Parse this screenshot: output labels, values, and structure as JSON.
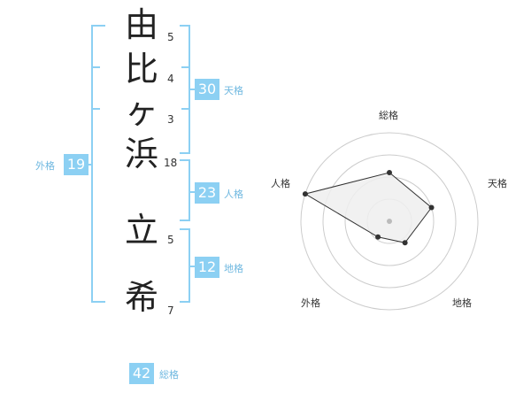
{
  "name": {
    "chars": [
      {
        "char": "由",
        "strokes": "5"
      },
      {
        "char": "比",
        "strokes": "4"
      },
      {
        "char": "ヶ",
        "strokes": "3"
      },
      {
        "char": "浜",
        "strokes": "18"
      },
      {
        "char": "立",
        "strokes": "5"
      },
      {
        "char": "希",
        "strokes": "7"
      }
    ]
  },
  "fortune": {
    "tenkaku": {
      "value": "30",
      "label": "天格"
    },
    "jinkaku": {
      "value": "23",
      "label": "人格"
    },
    "chikaku": {
      "value": "12",
      "label": "地格"
    },
    "gaikaku": {
      "value": "19",
      "label": "外格"
    },
    "soukaku": {
      "value": "42",
      "label": "総格"
    }
  },
  "chart_data": {
    "type": "radar",
    "axes": [
      "総格",
      "天格",
      "地格",
      "外格",
      "人格"
    ],
    "values": [
      0.55,
      0.5,
      0.3,
      0.22,
      1.0
    ],
    "rings": 4,
    "max": 1.0,
    "colors": {
      "fill": "#eeeeee",
      "stroke": "#333333",
      "ring": "#cccccc",
      "center": "#bbbbbb",
      "point": "#333333"
    }
  },
  "colors": {
    "accent": "#8cd0f3",
    "accent_text": "#6fb8e0"
  }
}
